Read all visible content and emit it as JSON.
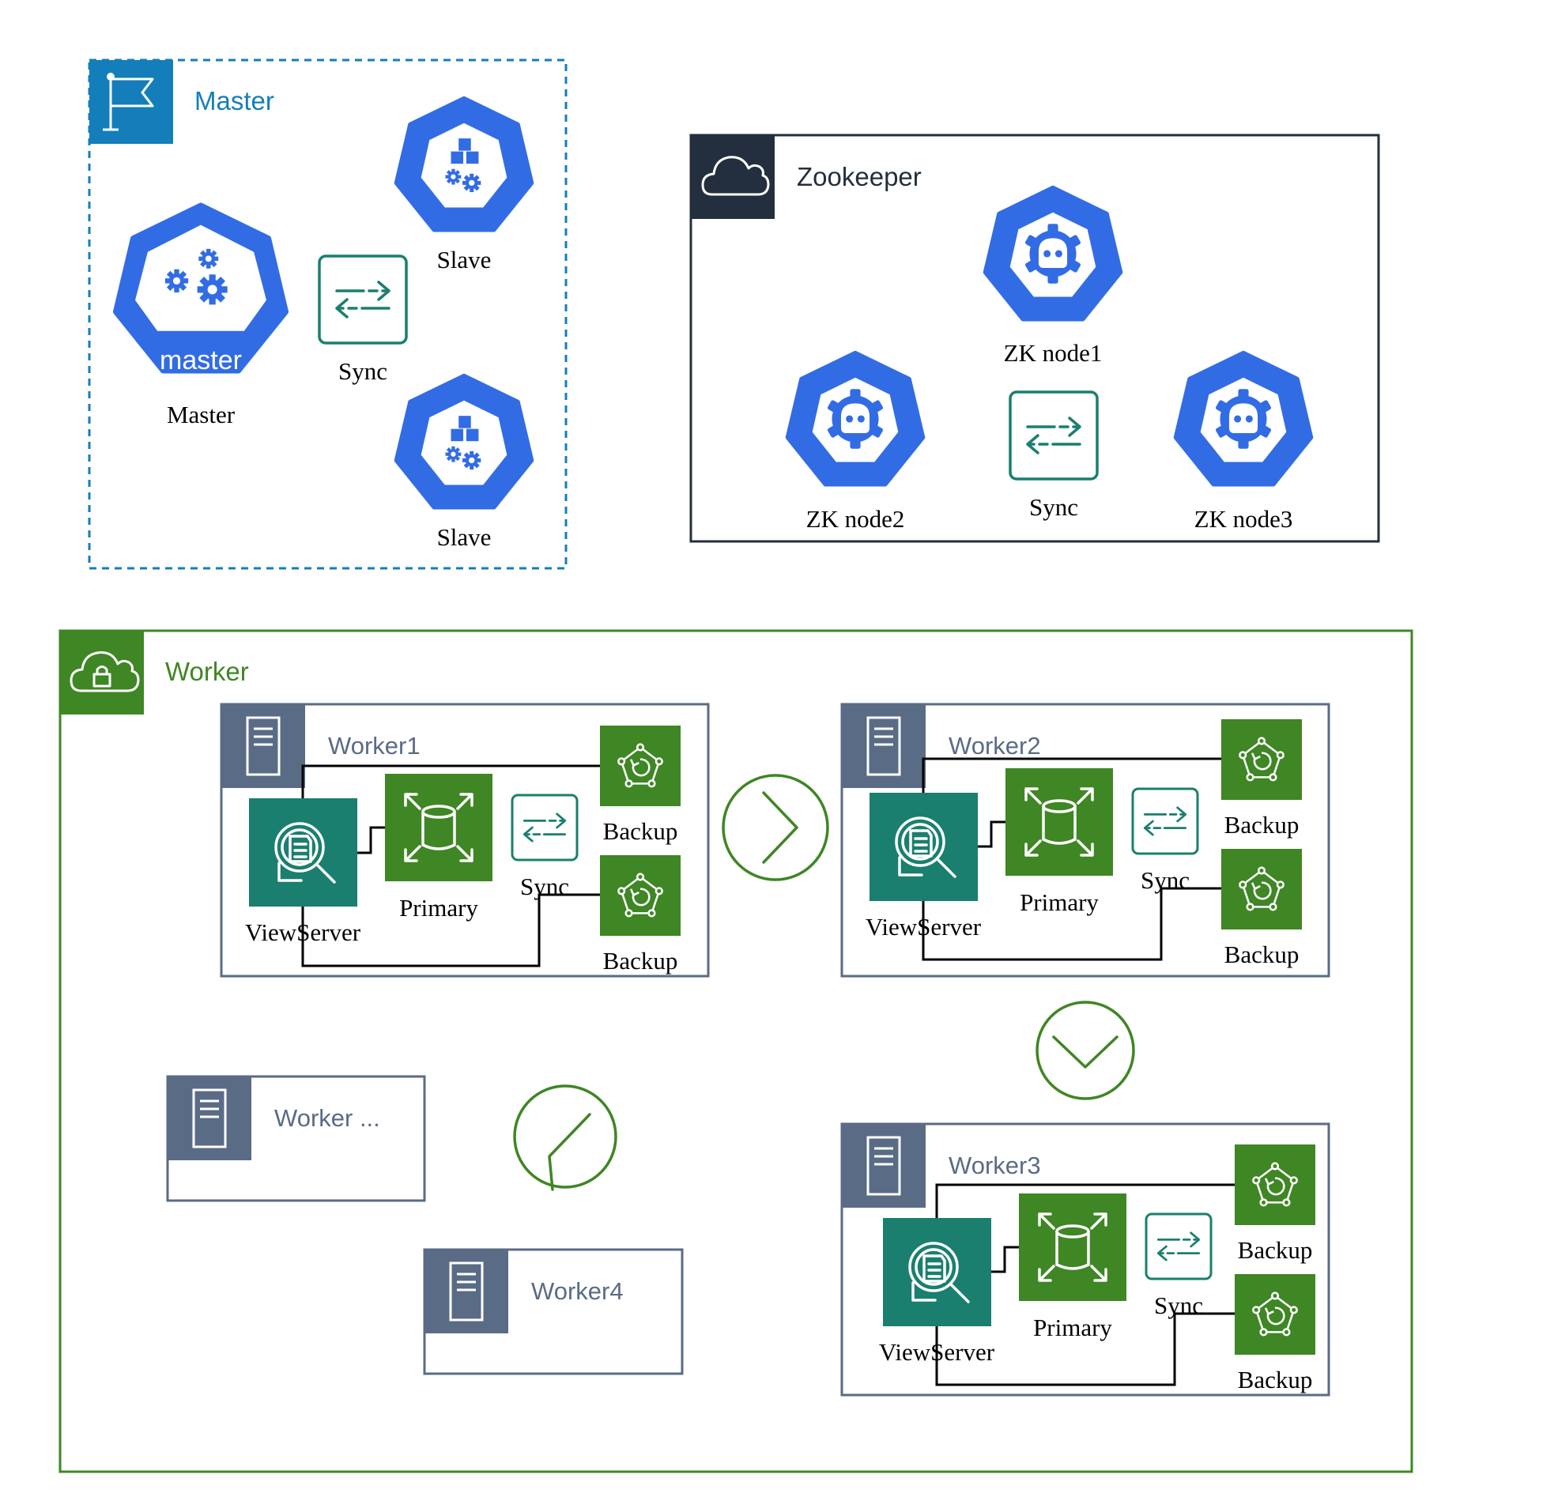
{
  "master_group": {
    "title": "Master",
    "badge_text": "master",
    "master_label": "Master",
    "slave_top_label": "Slave",
    "slave_bottom_label": "Slave",
    "sync_label": "Sync",
    "icons": {
      "group": "flag-icon",
      "master": "kubernetes-master-icon",
      "slave": "kubernetes-node-icon",
      "sync": "sync-arrows-icon"
    }
  },
  "zookeeper_group": {
    "title": "Zookeeper",
    "node1_label": "ZK node1",
    "node2_label": "ZK node2",
    "node3_label": "ZK node3",
    "sync_label": "Sync",
    "icons": {
      "group": "cloud-icon",
      "node": "etcd-icon",
      "sync": "sync-arrows-icon"
    }
  },
  "worker_group": {
    "title": "Worker",
    "icons": {
      "group": "cloud-lock-icon",
      "server": "server-icon",
      "viewserver": "search-document-icon",
      "primary": "database-icon",
      "backup": "backup-icon",
      "sync": "sync-arrows-icon"
    },
    "workers": [
      {
        "title": "Worker1",
        "viewserver_label": "ViewServer",
        "primary_label": "Primary",
        "sync_label": "Sync",
        "backup1_label": "Backup",
        "backup2_label": "Backup"
      },
      {
        "title": "Worker2",
        "viewserver_label": "ViewServer",
        "primary_label": "Primary",
        "sync_label": "Sync",
        "backup1_label": "Backup",
        "backup2_label": "Backup"
      },
      {
        "title": "Worker3",
        "viewserver_label": "ViewServer",
        "primary_label": "Primary",
        "sync_label": "Sync",
        "backup1_label": "Backup",
        "backup2_label": "Backup"
      }
    ],
    "worker_more_title": "Worker ...",
    "worker4_title": "Worker4"
  },
  "colors": {
    "master_blue": "#147EBA",
    "k8s_blue": "#326CE5",
    "zookeeper_dark": "#232F3E",
    "worker_green": "#3F8624",
    "server_slate": "#5A6B86",
    "analytics_teal": "#1A7F6E",
    "storage_green": "#3F8624",
    "sync_teal": "#1A7F6E"
  }
}
